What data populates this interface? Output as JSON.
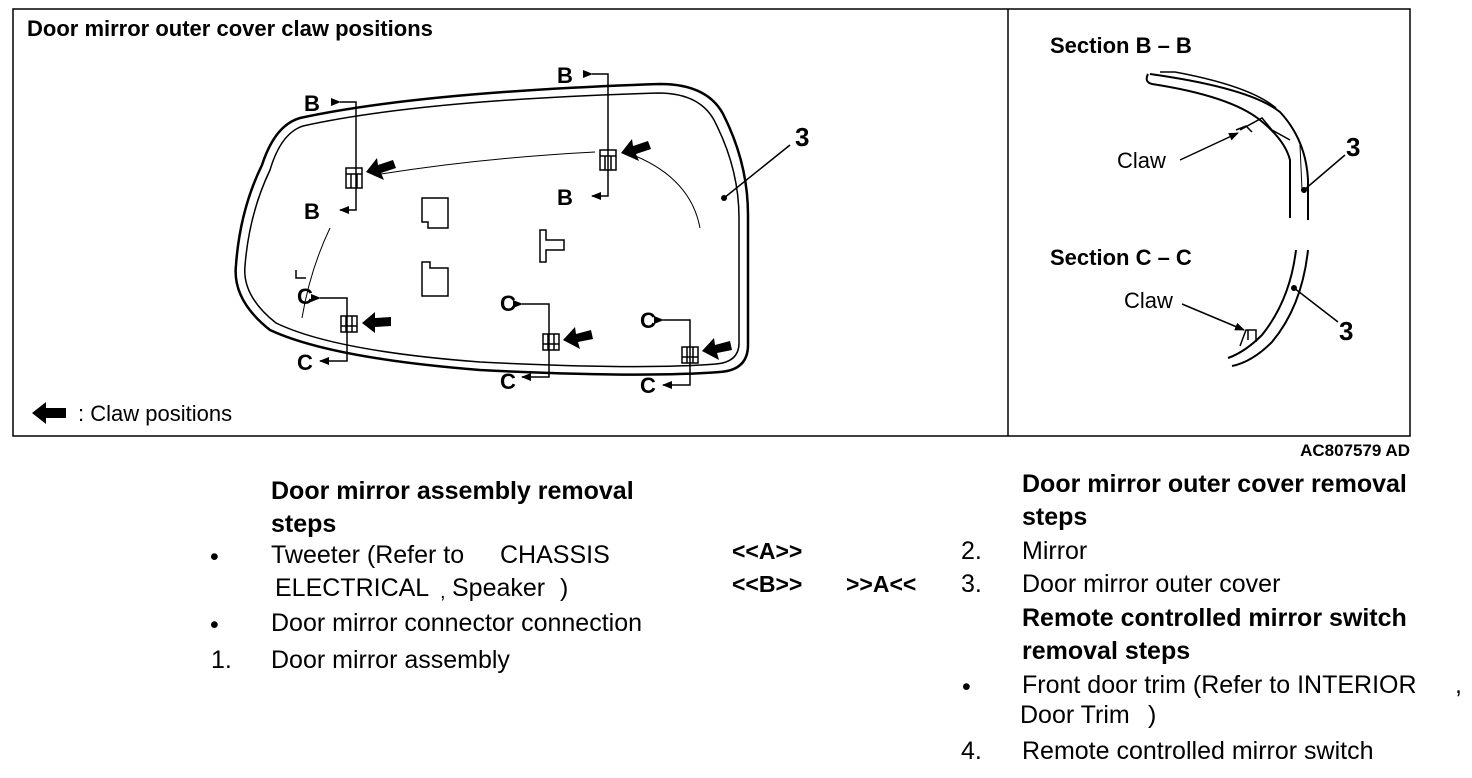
{
  "figure": {
    "main_title": "Door mirror outer cover claw positions",
    "section_bb": "Section B – B",
    "section_cc": "Section C – C",
    "claw": "Claw",
    "part_number": "3",
    "b": "B",
    "c": "C",
    "legend": ": Claw positions",
    "figure_id": "AC807579 AD"
  },
  "left": {
    "heading": "Door mirror assembly removal steps",
    "bullet": "•",
    "item_tweeter_a": "Tweeter (Refer to",
    "item_tweeter_b": "CHASSIS",
    "item_tweeter_c": "ELECTRICAL",
    "item_tweeter_d": ",",
    "item_tweeter_e": "Speaker",
    "item_tweeter_f": ")",
    "item_connector": "Door mirror connector connection",
    "num1": "1.",
    "item_assembly": "Door mirror assembly"
  },
  "middle": {
    "a_mark": "<<A>>",
    "b_mark": "<<B>>",
    "install_a": ">>A<<"
  },
  "right": {
    "heading": "Door mirror outer cover removal steps",
    "num2": "2.",
    "item_mirror": "Mirror",
    "num3": "3.",
    "item_cover": "Door mirror outer cover",
    "heading2": "Remote controlled mirror switch removal steps",
    "bullet": "•",
    "item_trim_a": "Front door trim (Refer to INTERIOR",
    "item_trim_b": ",",
    "item_trim_c": "Door Trim",
    "item_trim_d": ")",
    "num4": "4.",
    "item_switch": "Remote controlled mirror switch"
  }
}
